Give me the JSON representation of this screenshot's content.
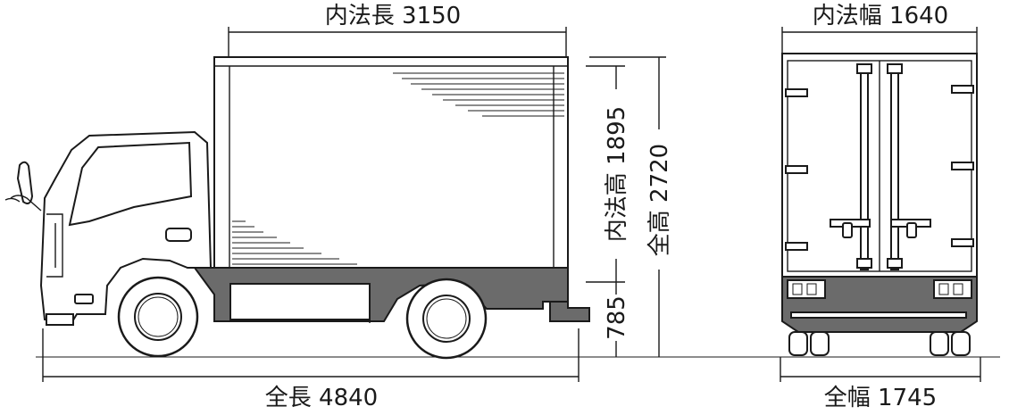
{
  "dimensions": {
    "inner_length": "内法長 3150",
    "overall_length": "全長 4840",
    "inner_height": "内法高 1895",
    "overall_height": "全高 2720",
    "floor_height": "785",
    "inner_width": "内法幅 1640",
    "overall_width": "全幅 1745"
  },
  "colors": {
    "line": "#1a1a1a",
    "chassis": "#6b6b6b",
    "background": "#ffffff"
  }
}
